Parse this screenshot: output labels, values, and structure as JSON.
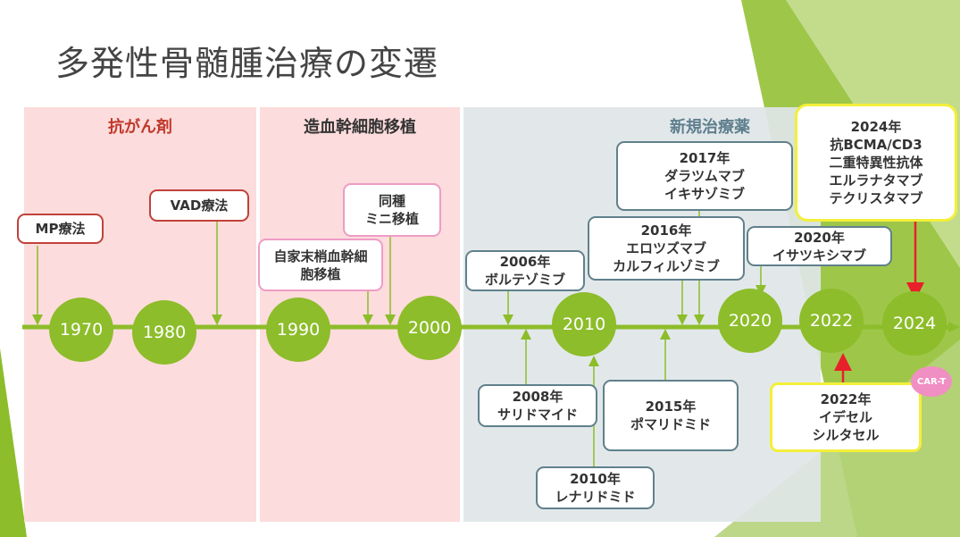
{
  "title": "多発性骨髄腫治療の変遷",
  "bands": [
    {
      "label": "抗がん剤",
      "color": "#c0392b"
    },
    {
      "label": "造血幹細胞移植",
      "color": "#333333"
    },
    {
      "label": "新規治療薬",
      "color": "#5f7f8e"
    }
  ],
  "years": [
    "1970",
    "1980",
    "1990",
    "2000",
    "2010",
    "2020",
    "2022",
    "2024"
  ],
  "events": {
    "mp": {
      "lines": [
        "MP療法"
      ]
    },
    "vad": {
      "lines": [
        "VAD療法"
      ]
    },
    "auto": {
      "lines": [
        "自家末梢血幹細",
        "胞移植"
      ]
    },
    "mini": {
      "lines": [
        "同種",
        "ミニ移植"
      ]
    },
    "e2006": {
      "lines": [
        "2006年",
        "ボルテゾミブ"
      ]
    },
    "e2008": {
      "lines": [
        "2008年",
        "サリドマイド"
      ]
    },
    "e2010": {
      "lines": [
        "2010年",
        "レナリドミド"
      ]
    },
    "e2015": {
      "lines": [
        "2015年",
        "ポマリドミド"
      ]
    },
    "e2016": {
      "lines": [
        "2016年",
        "エロツズマブ",
        "カルフィルゾミブ"
      ]
    },
    "e2017": {
      "lines": [
        "2017年",
        "ダラツムマブ",
        "イキサゾミブ"
      ]
    },
    "e2020": {
      "lines": [
        "2020年",
        "イサツキシマブ"
      ]
    },
    "e2022": {
      "lines": [
        "2022年",
        "イデセル",
        "シルタセル"
      ]
    },
    "e2024": {
      "lines": [
        "2024年",
        "抗BCMA/CD3",
        "二重特異性抗体",
        "エルラナタマブ",
        "テクリスタマブ"
      ]
    }
  },
  "badge": "CAR-T",
  "colors": {
    "timeline_green": "#8dbd2a",
    "band_chemo": "#fcdcdc",
    "band_transplant": "#fcdcdc",
    "band_novel": "#dfe6e8",
    "arrow_red": "#e8202a"
  }
}
